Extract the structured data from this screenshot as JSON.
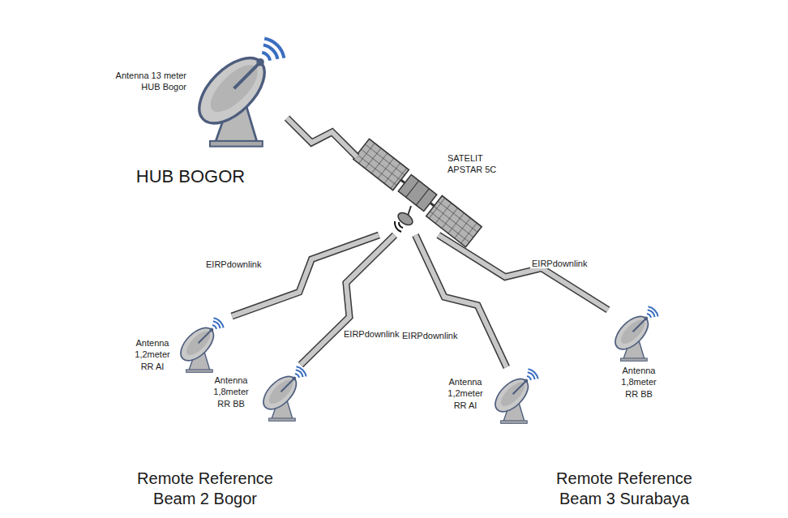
{
  "diagram": {
    "nodes": [
      {
        "text": [
          "HUB BOGOR"
        ]
      },
      {
        "text": [
          "Antenna 13 meter HUB Bogor"
        ],
        "in": 0
      },
      {
        "text": [
          "SATELIT APSTAR 5C"
        ]
      },
      {
        "text": [
          "Remote Reference Beam 2 Bogor"
        ]
      },
      {
        "text": [
          "Antenna 1,2meter RR AI"
        ],
        "in": 3
      },
      {
        "text": [
          "Antenna 1,8meter RR BB"
        ],
        "in": 3
      },
      {
        "text": [
          "Remote Reference Beam 3 Surabaya"
        ]
      },
      {
        "text": [
          "Antenna 1,2meter RR AI"
        ],
        "in": 6
      },
      {
        "text": [
          "Antenna 1,8meter RR BB"
        ],
        "in": 6
      }
    ],
    "edges": [
      {
        "from": 1,
        "to": 2,
        "arrow": "none"
      },
      {
        "from": 2,
        "to": 4,
        "label": "EIRPdownlink",
        "arrow": "none"
      },
      {
        "from": 2,
        "to": 5,
        "label": "EIRPdownlink",
        "arrow": "none"
      },
      {
        "from": 2,
        "to": 7,
        "label": "EIRPdownlink",
        "arrow": "none"
      },
      {
        "from": 2,
        "to": 8,
        "label": "EIRPdownlink",
        "arrow": "none"
      }
    ]
  }
}
